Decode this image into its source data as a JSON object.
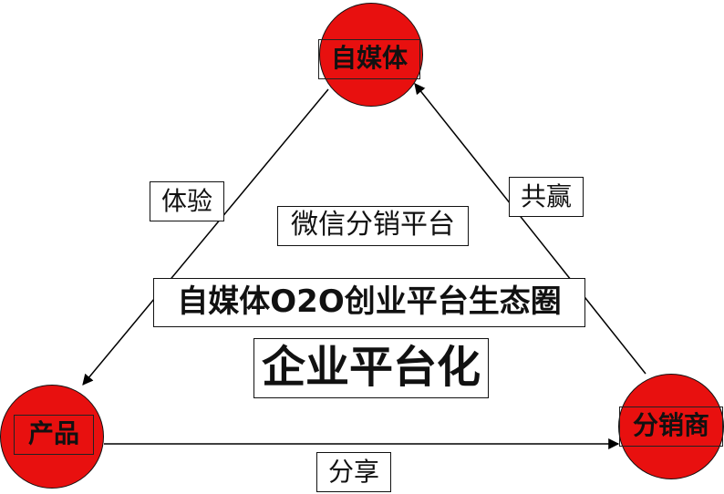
{
  "nodes": {
    "top": "自媒体",
    "left": "产品",
    "right": "分销商"
  },
  "edges": {
    "left": "体验",
    "right": "共赢",
    "bottom": "分享"
  },
  "center": {
    "platform": "微信分销平台",
    "ecosystem": "自媒体O2O创业平台生态圈",
    "enterprise": "企业平台化"
  },
  "colors": {
    "node_fill": "#e8100f",
    "line": "#000000"
  }
}
